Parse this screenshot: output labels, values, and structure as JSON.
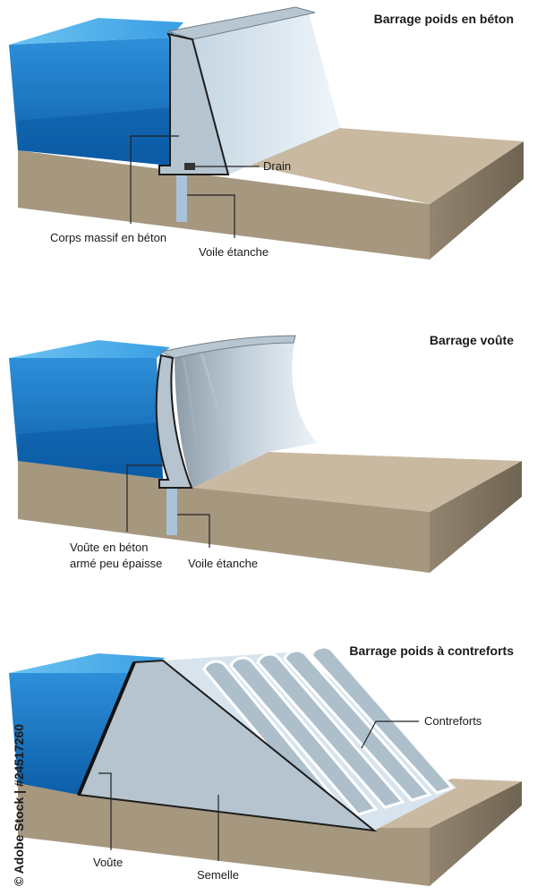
{
  "panels": {
    "gravity": {
      "title": "Barrage poids en béton",
      "labels": {
        "drain": "Drain",
        "body": "Corps massif en béton",
        "curtain": "Voile étanche"
      }
    },
    "arch": {
      "title": "Barrage voûte",
      "labels": {
        "vault_line1": "Voûte en béton",
        "vault_line2": "armé peu épaisse",
        "curtain": "Voile étanche"
      }
    },
    "buttress": {
      "title": "Barrage poids à contreforts",
      "labels": {
        "buttresses": "Contreforts",
        "vault": "Voûte",
        "sole": "Semelle"
      }
    }
  },
  "watermark": {
    "side_text": "© Adobe Stock | #24517260"
  },
  "colors": {
    "water_top": "#5ab8ef",
    "water_front": "#1778c8",
    "water_deep": "#0e62b0",
    "ground_top": "#c8b9a3",
    "ground_front": "#a4957e",
    "ground_right": "#7f7260",
    "concrete": "#b9c8d3",
    "concrete_light": "#d9e6ef",
    "concrete_dark": "#8a9aa6"
  }
}
